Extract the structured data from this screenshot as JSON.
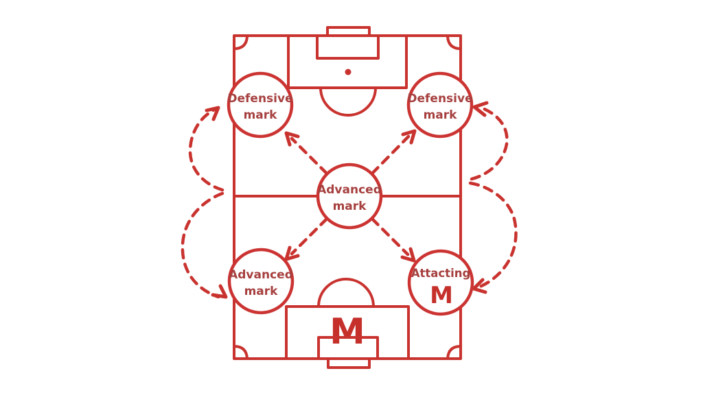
{
  "colors": {
    "background": "#ffffff",
    "line_red": "#c9332f",
    "label_red": "#a6403f",
    "accent_red": "#c5302b"
  },
  "nodes": {
    "top_left": {
      "line1": "Defensive",
      "line2": "mark"
    },
    "top_right": {
      "line1": "Defensive",
      "line2": "mark"
    },
    "center": {
      "line1": "Advanced",
      "line2": "mark"
    },
    "bottom_left": {
      "line1": "Advanced",
      "line2": "mark"
    },
    "bottom_right": {
      "line1": "Attacting",
      "line2": "M"
    }
  },
  "pitch": {
    "goal_label": "M"
  }
}
